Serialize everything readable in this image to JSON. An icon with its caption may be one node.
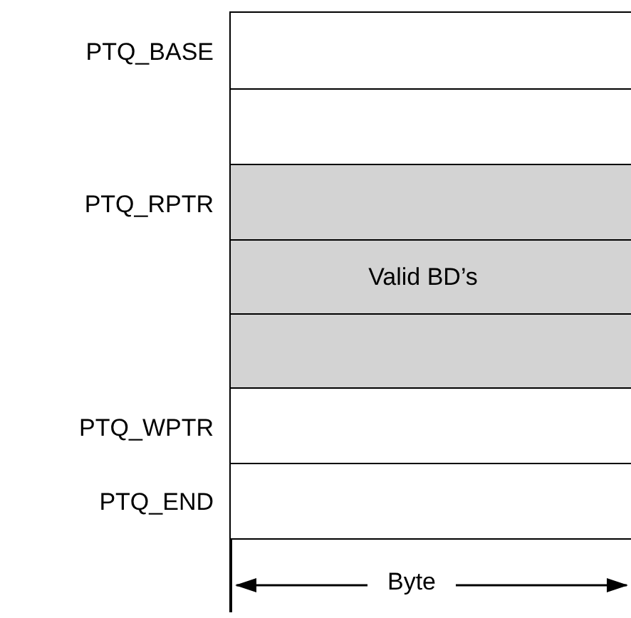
{
  "diagram": {
    "nodes": [
      {
        "text": [],
        "shape": "box",
        "beside": [
          "PTQ_BASE"
        ]
      },
      {
        "text": [],
        "shape": "box"
      },
      {
        "text": [],
        "shape": "box",
        "beside": [
          "PTQ_RPTR"
        ]
      },
      {
        "text": [
          "Valid BD’s"
        ]
      },
      {
        "text": [],
        "shape": "box"
      },
      {
        "text": [],
        "shape": "box",
        "beside": [
          "PTQ_WPTR"
        ]
      },
      {
        "text": [],
        "shape": "box",
        "beside": [
          "PTQ_END"
        ]
      }
    ],
    "labels": [
      "Byte"
    ]
  }
}
